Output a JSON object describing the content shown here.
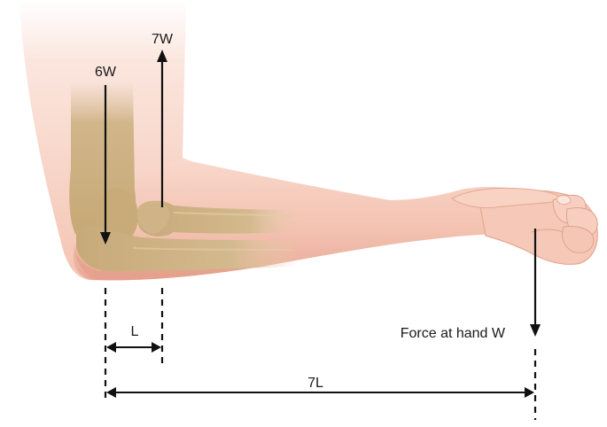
{
  "labels": {
    "muscle_force_down": "6W",
    "muscle_force_up": "7W",
    "hand_force": "Force at hand W",
    "short_distance": "L",
    "long_distance": "7L"
  },
  "colors": {
    "skin_light": "#fbe3da",
    "skin": "#f5c7b7",
    "skin_shadow": "#e9a996",
    "bone": "#cdb184",
    "bone_dark": "#b39566",
    "line": "#111111"
  },
  "icons": {
    "forearm": "arm-illustration",
    "bones": "elbow-bones-illustration"
  }
}
